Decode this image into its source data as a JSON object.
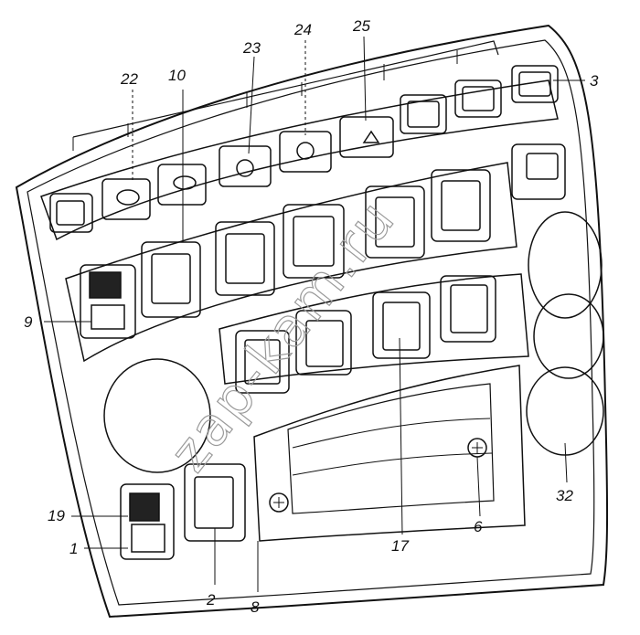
{
  "diagram": {
    "watermark": "zap-kam.ru",
    "callouts": [
      {
        "id": "22",
        "text": "22"
      },
      {
        "id": "10",
        "text": "10"
      },
      {
        "id": "23",
        "text": "23"
      },
      {
        "id": "24",
        "text": "24"
      },
      {
        "id": "25",
        "text": "25"
      },
      {
        "id": "3",
        "text": "3"
      },
      {
        "id": "9",
        "text": "9"
      },
      {
        "id": "19",
        "text": "19"
      },
      {
        "id": "1",
        "text": "1"
      },
      {
        "id": "2",
        "text": "2"
      },
      {
        "id": "8",
        "text": "8"
      },
      {
        "id": "17",
        "text": "17"
      },
      {
        "id": "6",
        "text": "6"
      },
      {
        "id": "32",
        "text": "32"
      }
    ],
    "colors": {
      "ink": "#111111",
      "paper": "#ffffff",
      "watermark": "#9a9a9a"
    }
  }
}
